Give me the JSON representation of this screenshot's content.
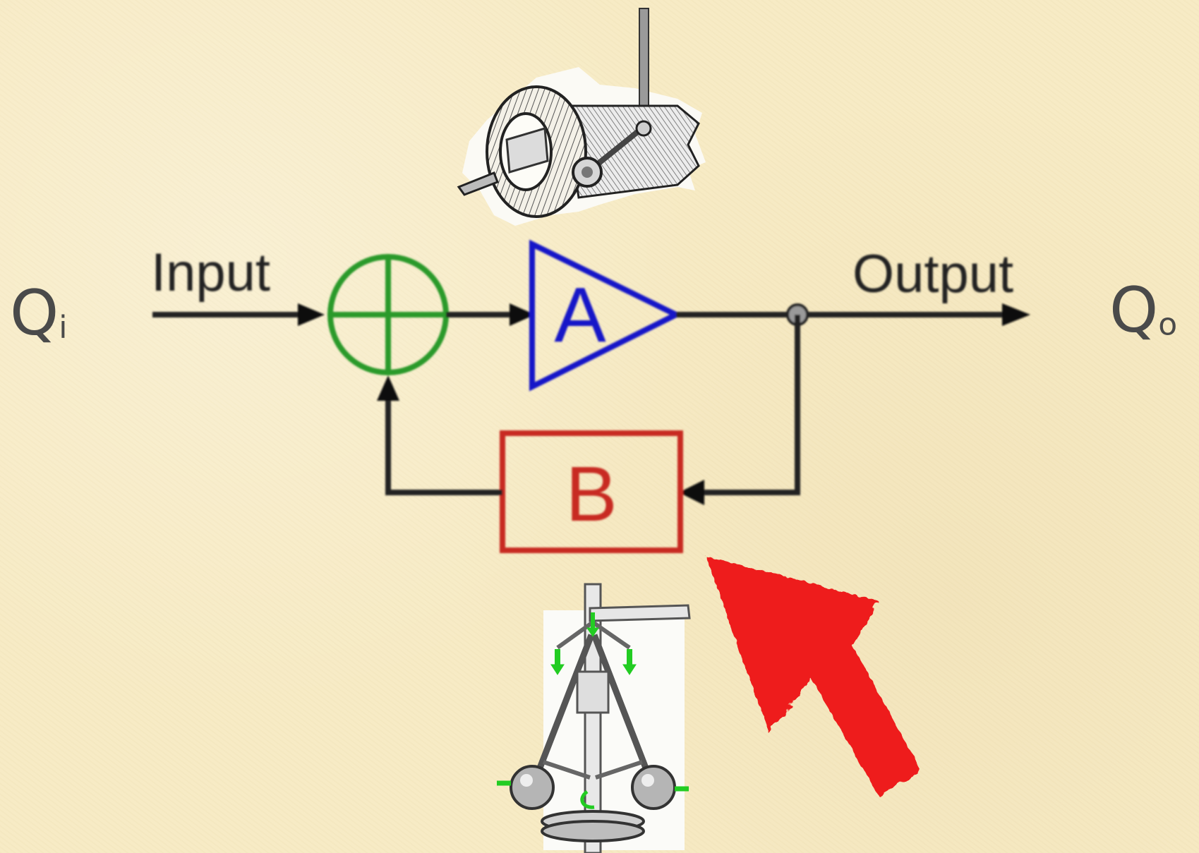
{
  "labels": {
    "input": "Input",
    "output": "Output",
    "block_a": "A",
    "block_b": "B",
    "q_in": "Q",
    "q_in_sub": "i",
    "q_out": "Q",
    "q_out_sub": "o"
  },
  "illustrations": {
    "top": "valve-engraving",
    "bottom": "centrifugal-governor-engraving",
    "arrow": "red-pointer-arrow"
  },
  "colors": {
    "background": "#f7ebc5",
    "summer": "#2a9a2a",
    "amplifier": "#1616c8",
    "feedback_block": "#c82a22",
    "lines": "#222222",
    "red_arrow": "#ee1b1b",
    "text": "#4a4a4a"
  }
}
